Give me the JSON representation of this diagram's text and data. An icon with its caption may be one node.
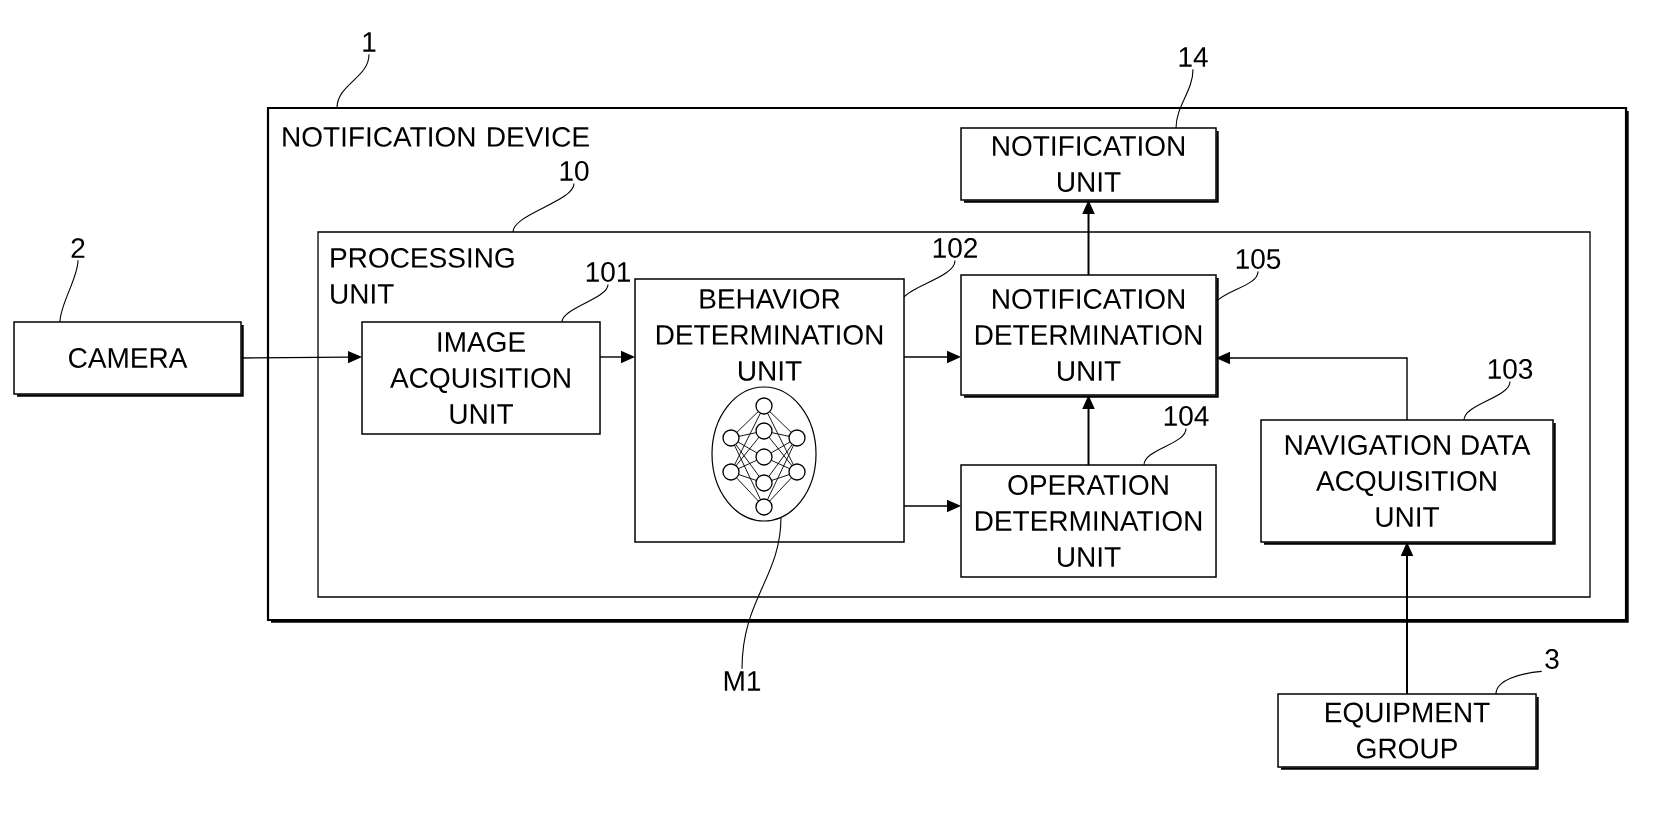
{
  "diagram": {
    "nodes": [
      {
        "text": [
          "1"
        ]
      },
      {
        "text": [
          "14"
        ]
      },
      {
        "text": [
          "NOTIFICATION DEVICE"
        ]
      },
      {
        "text": [
          "NOTIFICATION UNIT"
        ],
        "in": 2
      },
      {
        "text": [
          "10"
        ],
        "in": 2
      },
      {
        "text": [
          "PROCESSING UNIT"
        ],
        "in": 2
      },
      {
        "text": [
          "2"
        ]
      },
      {
        "text": [
          "102"
        ],
        "in": 5
      },
      {
        "text": [
          "105"
        ],
        "in": 5
      },
      {
        "text": [
          "101"
        ],
        "in": 5
      },
      {
        "text": [
          "CAMERA"
        ]
      },
      {
        "text": [
          "IMAGE ACQUISITION UNIT"
        ],
        "in": 5
      },
      {
        "text": [
          "BEHAVIOR DETERMINATION UNIT"
        ],
        "in": 5
      },
      {
        "text": [
          "NOTIFICATION DETERMINATION UNIT"
        ],
        "in": 5
      },
      {
        "text": [
          "103"
        ],
        "in": 5
      },
      {
        "text": [
          "104"
        ],
        "in": 5
      },
      {
        "text": [],
        "shape": "picture",
        "in": 12
      },
      {
        "text": [
          "OPERATION DETERMINATION UNIT"
        ],
        "in": 5
      },
      {
        "text": [
          "NAVIGATION DATA ACQUISITION UNIT"
        ],
        "in": 5
      },
      {
        "text": [
          "M1"
        ]
      },
      {
        "text": [
          "3"
        ]
      },
      {
        "text": [
          "EQUIPMENT GROUP"
        ]
      }
    ],
    "edges": [
      {
        "from": 10,
        "to": 11,
        "arrow": "to"
      },
      {
        "from": 11,
        "to": 12,
        "arrow": "to"
      },
      {
        "from": 12,
        "to": 13,
        "arrow": "to"
      },
      {
        "from": 12,
        "to": 17,
        "arrow": "to"
      },
      {
        "from": 17,
        "to": 13,
        "arrow": "to"
      },
      {
        "from": 13,
        "to": 3,
        "arrow": "to"
      },
      {
        "from": 18,
        "to": 13,
        "arrow": "to"
      },
      {
        "from": 21,
        "to": 18,
        "arrow": "to"
      },
      {
        "from": 0,
        "to": 2,
        "arrow": "none"
      },
      {
        "from": 1,
        "to": 3,
        "arrow": "none"
      },
      {
        "from": 4,
        "to": 5,
        "arrow": "none"
      },
      {
        "from": 6,
        "to": 10,
        "arrow": "none"
      },
      {
        "from": 9,
        "to": 11,
        "arrow": "none"
      },
      {
        "from": 7,
        "to": 12,
        "arrow": "none"
      },
      {
        "from": 8,
        "to": 13,
        "arrow": "none"
      },
      {
        "from": 14,
        "to": 18,
        "arrow": "none"
      },
      {
        "from": 15,
        "to": 17,
        "arrow": "none"
      },
      {
        "from": 19,
        "to": 16,
        "arrow": "none"
      },
      {
        "from": 20,
        "to": 21,
        "arrow": "none"
      }
    ]
  }
}
